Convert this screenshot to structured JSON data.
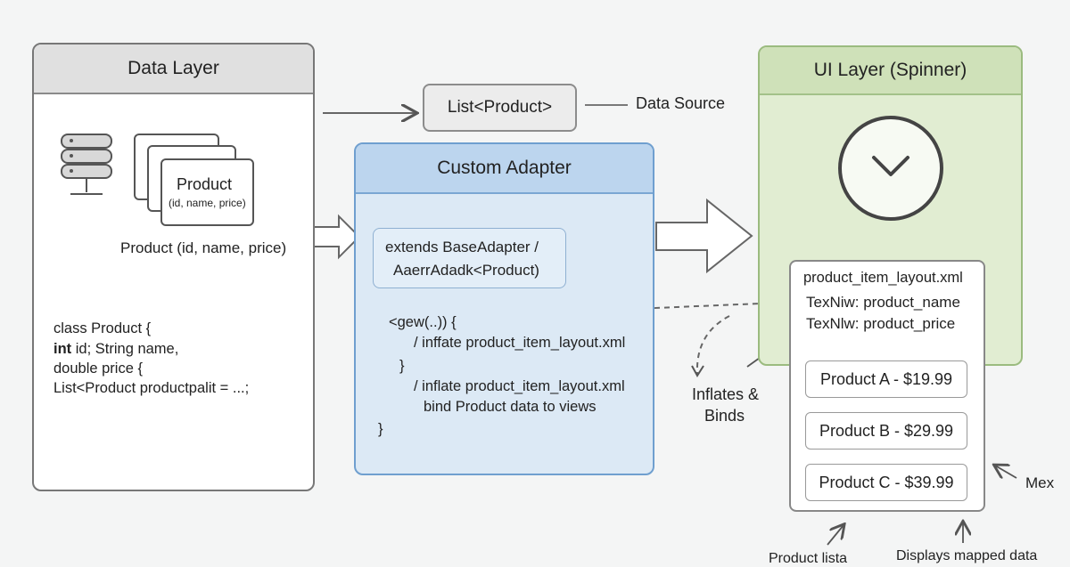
{
  "data_layer": {
    "title": "Data Layer",
    "card_title": "Product",
    "card_sub": "(id, name, price)",
    "caption": "Product (id, name, price)",
    "code": [
      "class Product {",
      "int",
      " id; String name,",
      "double price {",
      "List<Product productpalit = ...;"
    ]
  },
  "list_box": {
    "label": "List<Product>",
    "side_label": "Data Source"
  },
  "adapter": {
    "title": "Custom Adapter",
    "extends_line1": "extends BaseAdapter /",
    "extends_line2": "AaerrAdadk<Product)",
    "code": [
      "<gew(..)) {",
      "/ inffate product_item_layout.xml",
      "}",
      "/ inflate product_item_layout.xml",
      "bind Product data to views",
      "}"
    ]
  },
  "ui_layer": {
    "title": "UI Layer (Spinner)",
    "popup_title": "product_item_layout.xml",
    "popup_line1": "TexNiw: product_name",
    "popup_line2": "TexNlw: product_price",
    "items": [
      "Product A - $19.99",
      "Product B - $29.99",
      "Product C - $39.99"
    ]
  },
  "annotations": {
    "inflates_1": "Inflates &",
    "inflates_2": "Binds",
    "mex": "Mex",
    "bottom_left": "Product lista",
    "bottom_right": "Displays mapped data"
  }
}
